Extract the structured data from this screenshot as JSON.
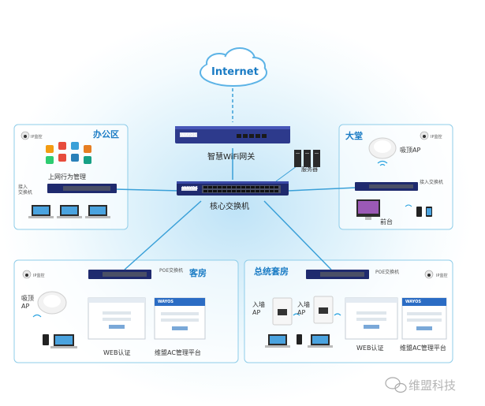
{
  "internet": {
    "label": "Internet"
  },
  "core": {
    "gateway_label": "智慧WiFi网关",
    "core_switch_label": "核心交换机",
    "server_label": "服务器",
    "brand": "WAYOS"
  },
  "office": {
    "title": "办公区",
    "ip_cam": "IP监控",
    "behavior_mgmt": "上网行为管理",
    "access_switch": "接入\n交换机"
  },
  "lobby": {
    "title": "大堂",
    "ip_cam": "IP监控",
    "ceiling_ap": "吸顶AP",
    "access_switch": "接入交换机",
    "front_desk": "前台"
  },
  "guest": {
    "title": "客房",
    "ip_cam": "IP监控",
    "poe_switch": "POE交换机",
    "ceiling_ap": "吸顶\nAP",
    "web_auth": "WEB认证",
    "ac_platform": "维盟AC管理平台"
  },
  "suite": {
    "title": "总统套房",
    "ip_cam": "IP监控",
    "poe_switch": "POE交换机",
    "wall_ap": "入墙\nAP",
    "web_auth": "WEB认证",
    "ac_platform": "维盟AC管理平台"
  },
  "watermark": {
    "text": "维盟科技"
  },
  "colors": {
    "accent": "#1a7bc4",
    "zone_border": "#8fcde9",
    "line": "#3aa0d8"
  }
}
